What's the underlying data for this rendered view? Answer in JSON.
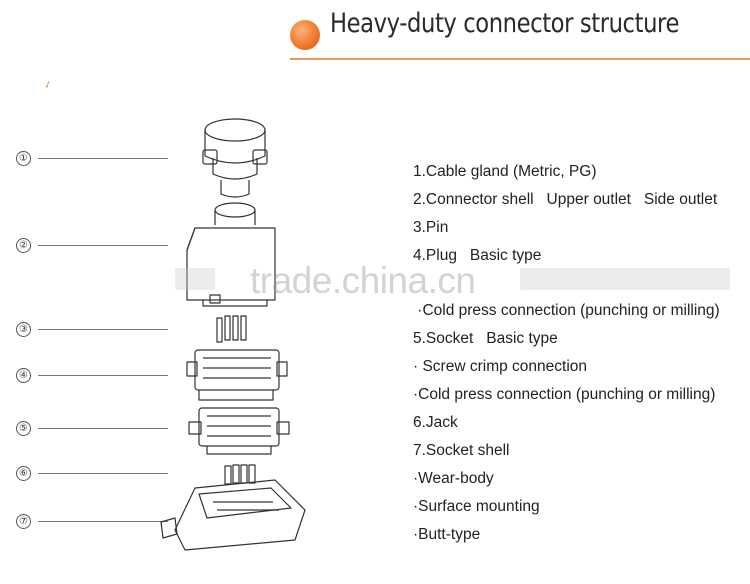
{
  "header": {
    "title": "Heavy-duty connector structure",
    "accent_color": "#f07a2c"
  },
  "callouts": [
    "①",
    "②",
    "③",
    "④",
    "⑤",
    "⑥",
    "⑦"
  ],
  "specs": [
    "1.Cable gland (Metric, PG)",
    "2.Connector shell   Upper outlet   Side outlet",
    "3.Pin",
    "4.Plug   Basic type",
    "",
    " ·Cold press connection (punching or milling)",
    "5.Socket   Basic type",
    "· Screw crimp connection",
    "·Cold press connection (punching or milling)",
    "6.Jack",
    "7.Socket shell",
    "·Wear-body",
    "·Surface mounting",
    "·Butt-type"
  ],
  "watermark": "trade.china.cn"
}
